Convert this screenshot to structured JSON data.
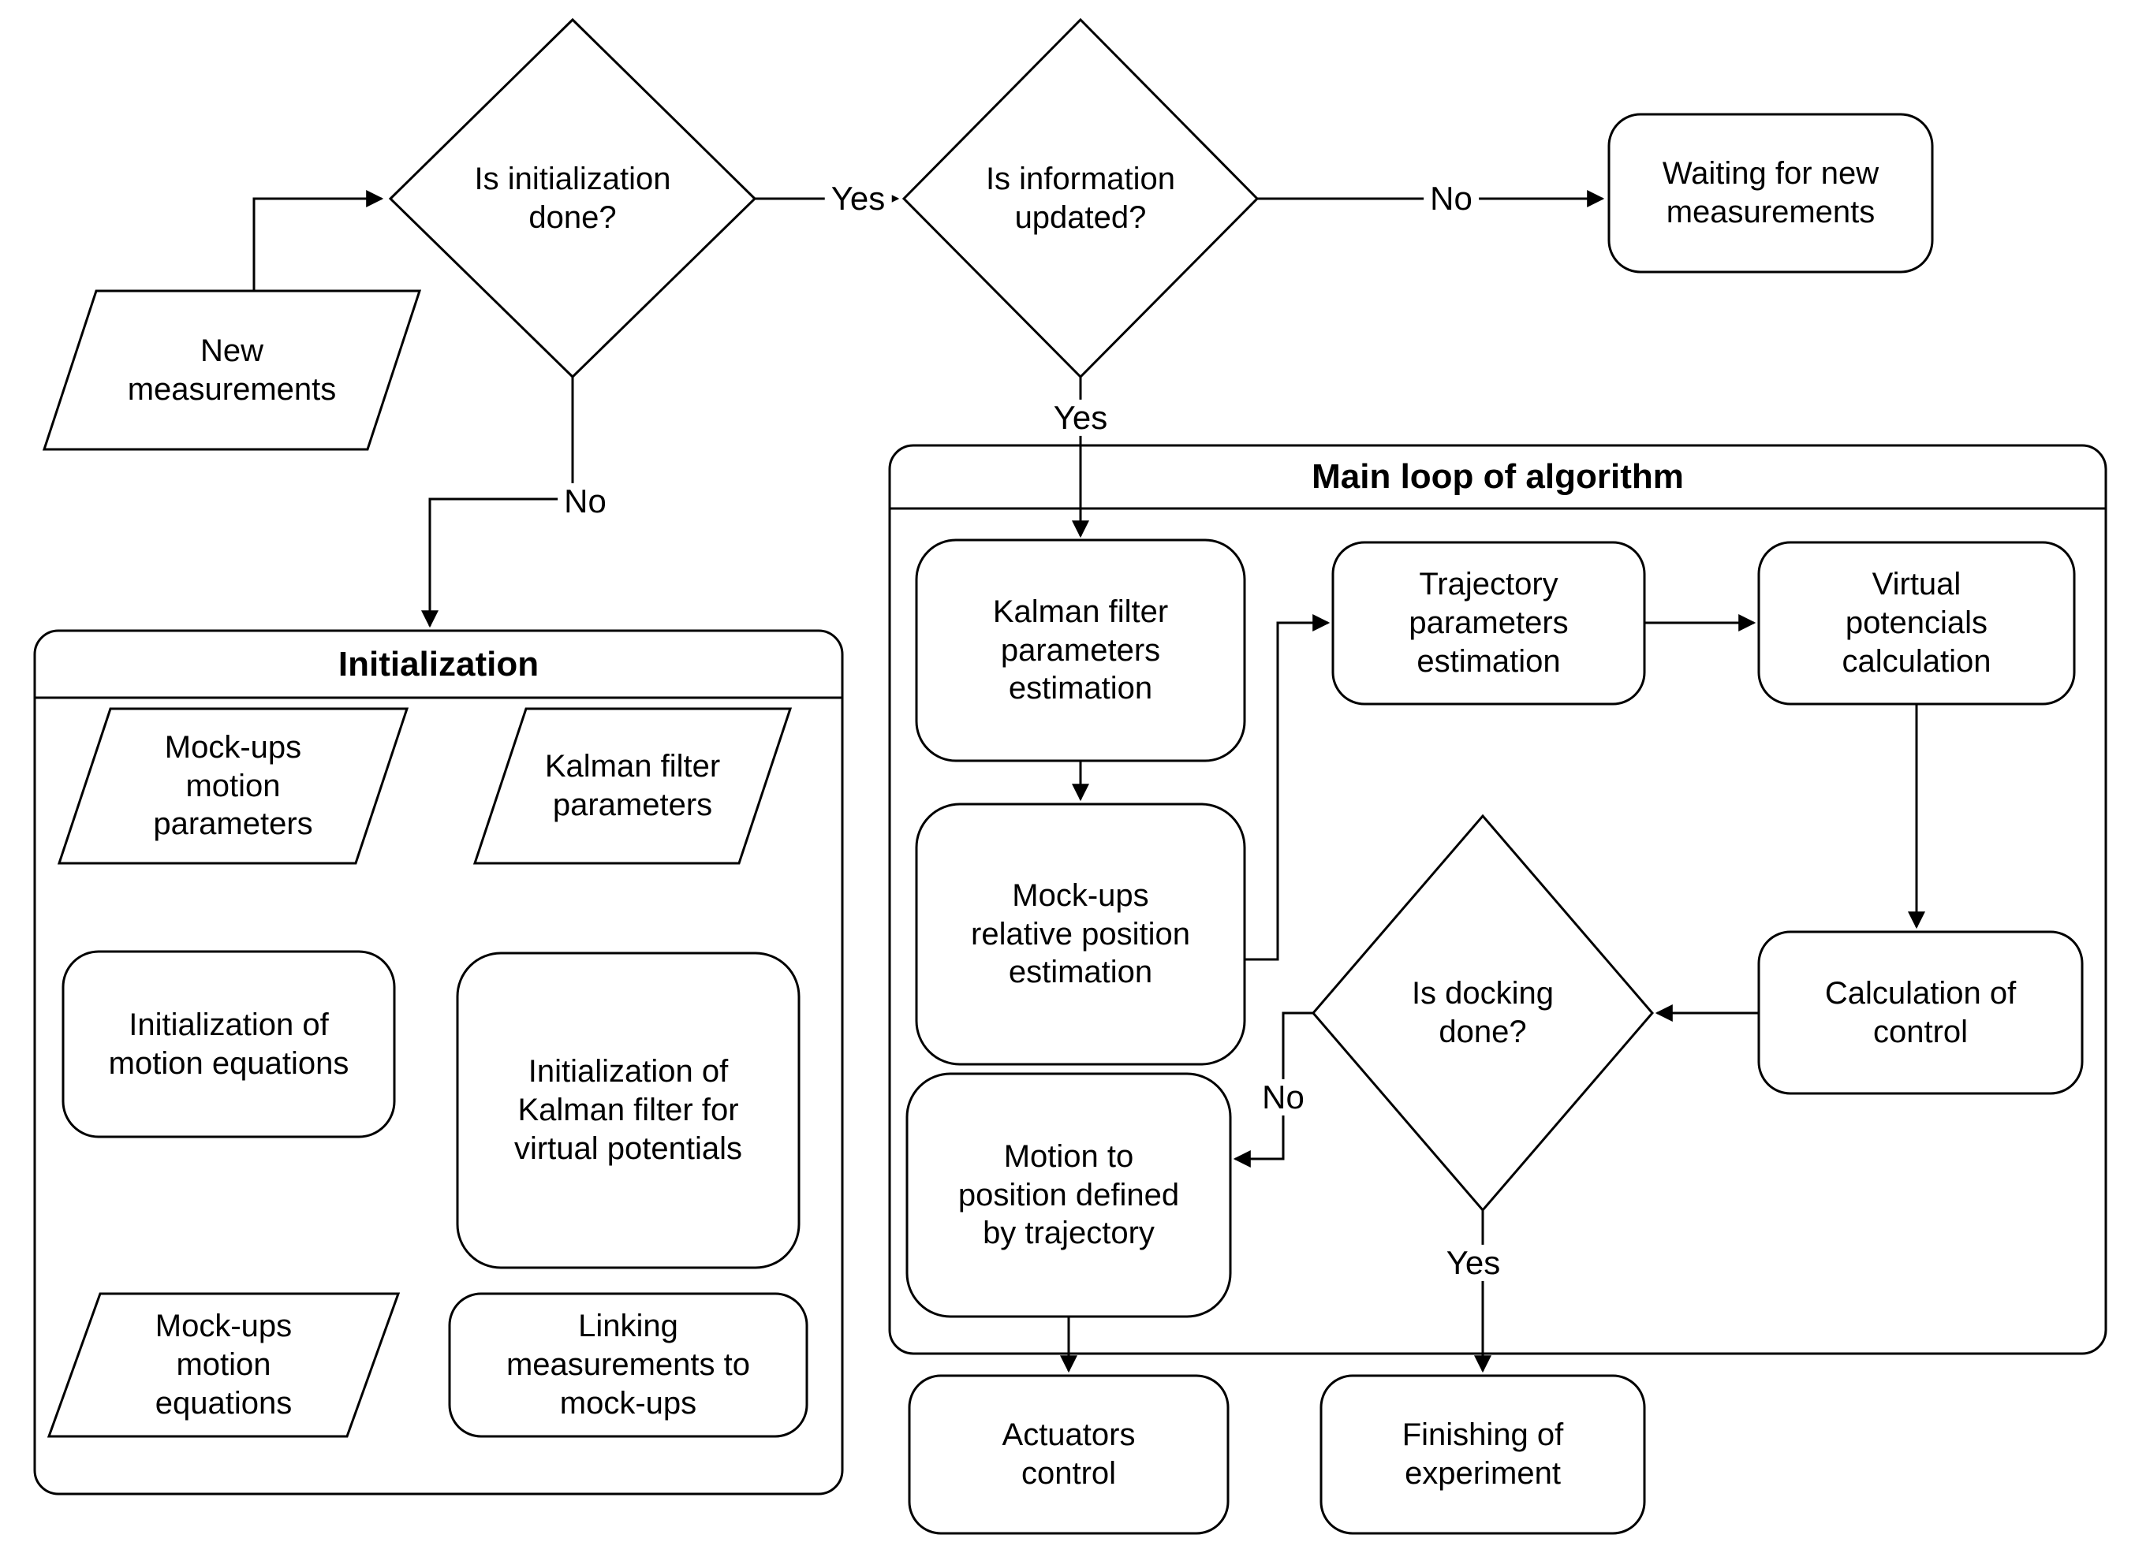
{
  "nodes": {
    "new_measurements": [
      "New",
      "measurements"
    ],
    "is_initialization_done": [
      "Is initialization",
      "done?"
    ],
    "is_information_updated": [
      "Is information",
      "updated?"
    ],
    "waiting_for_new_measurements": [
      "Waiting for new",
      "measurements"
    ],
    "mockups_motion_parameters": [
      "Mock-ups",
      "motion",
      "parameters"
    ],
    "kalman_filter_parameters": [
      "Kalman filter",
      "parameters"
    ],
    "initialization_of_motion_equations": [
      "Initialization of",
      "motion equations"
    ],
    "initialization_of_kalman_filter": [
      "Initialization of",
      "Kalman filter for",
      "virtual potentials"
    ],
    "mockups_motion_equations": [
      "Mock-ups",
      "motion",
      "equations"
    ],
    "linking_measurements_to_mockups": [
      "Linking",
      "measurements to",
      "mock-ups"
    ],
    "kalman_filter_parameters_estimation": [
      "Kalman filter",
      "parameters",
      "estimation"
    ],
    "trajectory_parameters_estimation": [
      "Trajectory",
      "parameters",
      "estimation"
    ],
    "virtual_potencials_calculation": [
      "Virtual",
      "potencials",
      "calculation"
    ],
    "mockups_relative_position_estimation": [
      "Mock-ups",
      "relative position",
      "estimation"
    ],
    "is_docking_done": [
      "Is docking",
      "done?"
    ],
    "calculation_of_control": [
      "Calculation of",
      "control"
    ],
    "motion_to_position": [
      "Motion to",
      "position defined",
      "by trajectory"
    ],
    "actuators_control": [
      "Actuators",
      "control"
    ],
    "finishing_of_experiment": [
      "Finishing of",
      "experiment"
    ]
  },
  "sections": {
    "initialization": "Initialization",
    "main_loop": "Main loop of algorithm"
  },
  "edge_labels": {
    "init_done_yes": "Yes",
    "init_done_no": "No",
    "info_updated_no": "No",
    "info_updated_yes": "Yes",
    "docking_no": "No",
    "docking_yes": "Yes"
  }
}
